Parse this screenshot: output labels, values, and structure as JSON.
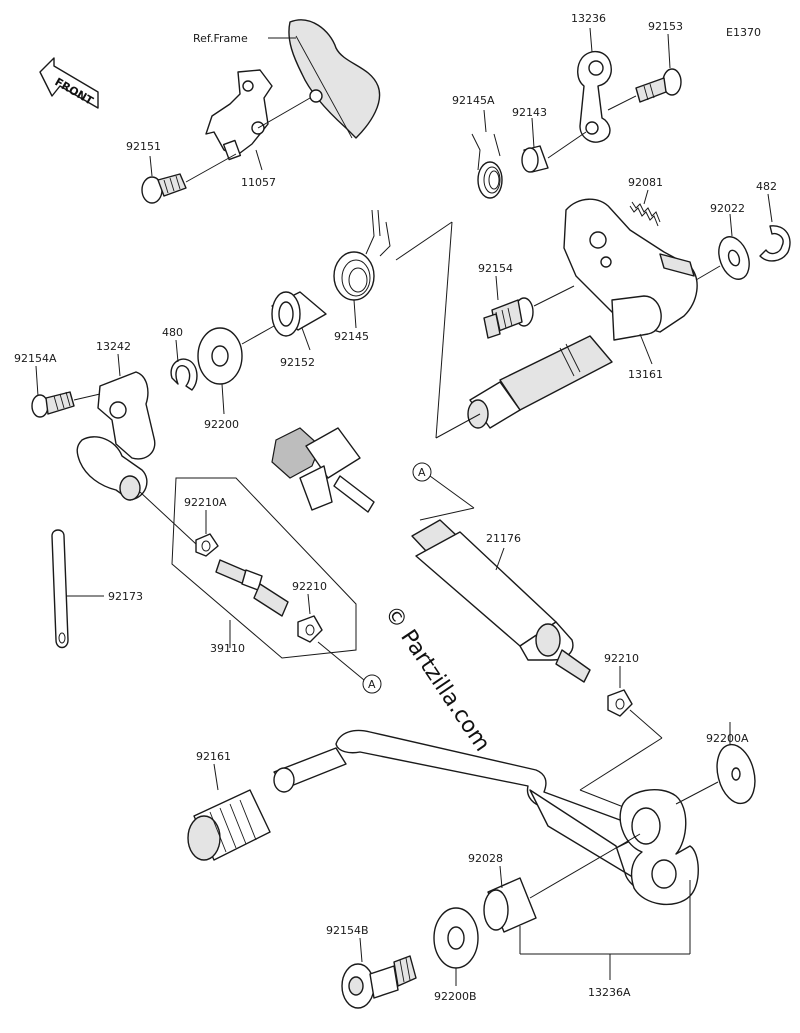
{
  "diagram_code": "E1370",
  "ref_frame": "Ref.Frame",
  "front_label": "FRONT",
  "watermark": "© Partzilla.com",
  "ref_marker": "A",
  "parts": {
    "p13236": "13236",
    "p92153": "92153",
    "p92145A": "92145A",
    "p92143": "92143",
    "p92151": "92151",
    "p11057": "11057",
    "p92081": "92081",
    "p482": "482",
    "p92022": "92022",
    "p92154": "92154",
    "p13161": "13161",
    "p92145": "92145",
    "p92152": "92152",
    "p480": "480",
    "p92200": "92200",
    "p13242": "13242",
    "p92154A": "92154A",
    "p92210A": "92210A",
    "p21176": "21176",
    "p92210_upper": "92210",
    "p92210_lower": "92210",
    "p92173": "92173",
    "p39110": "39110",
    "p92200A": "92200A",
    "p92161": "92161",
    "p92028": "92028",
    "p92154B": "92154B",
    "p92200B": "92200B",
    "p13236A": "13236A"
  }
}
